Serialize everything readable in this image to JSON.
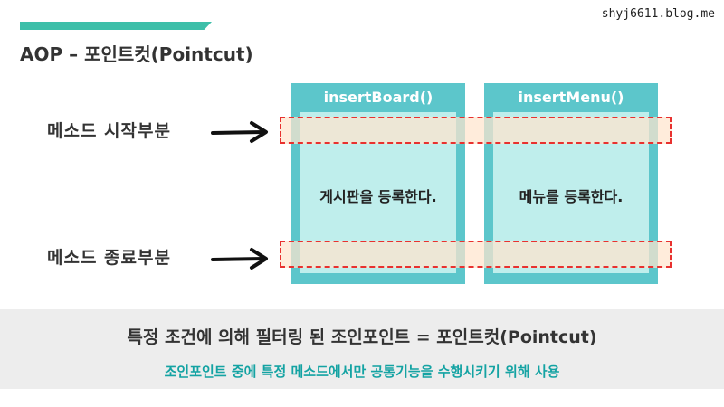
{
  "site": "shyj6611.blog.me",
  "title": "AOP – 포인트컷(Pointcut)",
  "labels": {
    "start": "메소드 시작부분",
    "end": "메소드 종료부분"
  },
  "boxes": [
    {
      "title": "insertBoard()",
      "text": "게시판을 등록한다."
    },
    {
      "title": "insertMenu()",
      "text": "메뉴를 등록한다."
    }
  ],
  "footer": {
    "main": "특정 조건에 의해 필터링 된 조인포인트 = 포인트컷(Pointcut)",
    "sub": "조인포인트 중에 특정 메소드에서만 공통기능을 수행시키기 위해 사용"
  },
  "colors": {
    "accent": "#3dbfa9",
    "box": "#5cc6cb",
    "box_inner": "#bfeeec",
    "highlight_border": "#e8312f",
    "highlight_fill": "#ffe4cd",
    "footer_sub": "#14a3a3"
  }
}
